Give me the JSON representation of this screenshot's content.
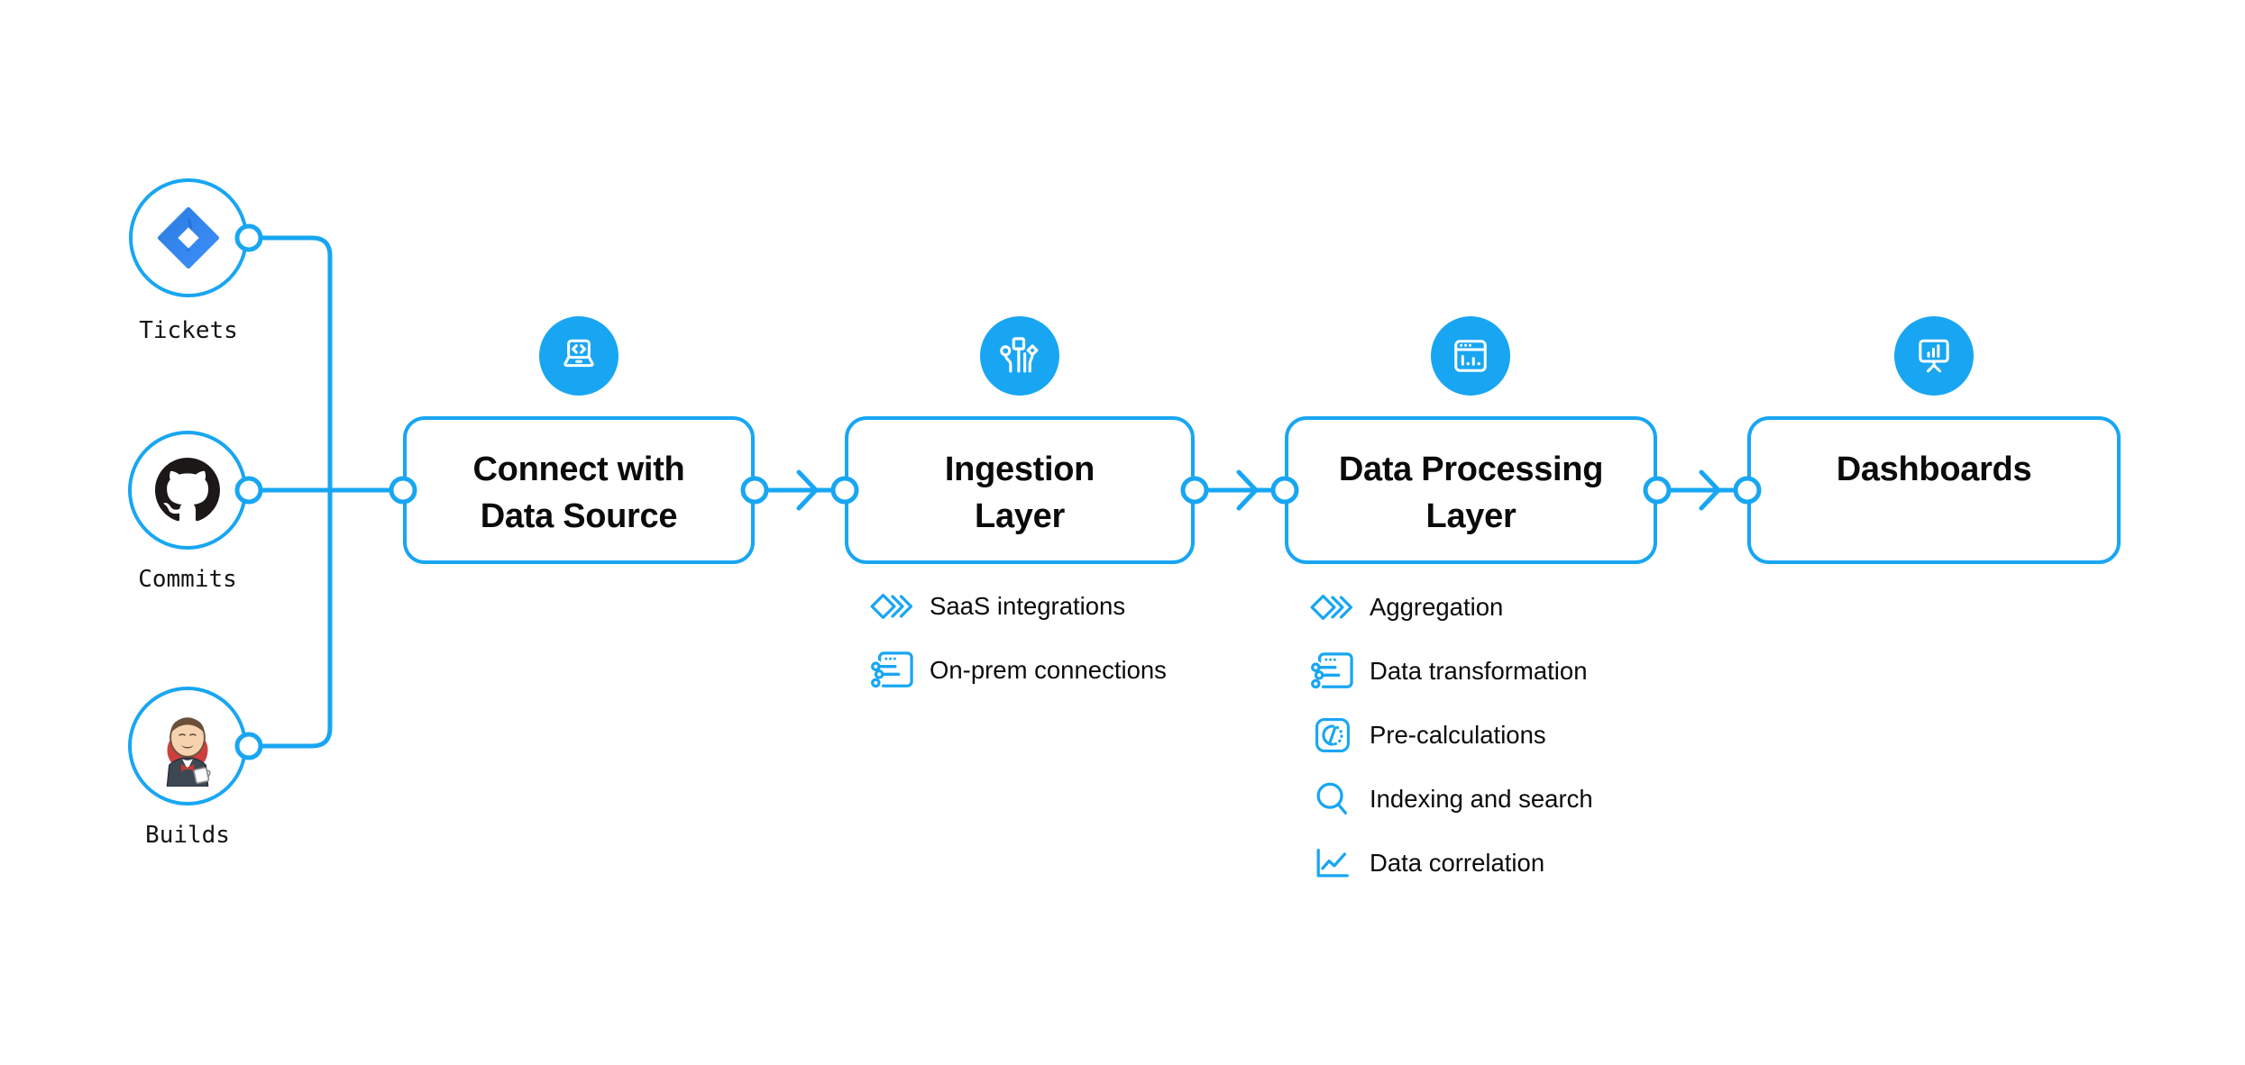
{
  "colors": {
    "accent": "#18a6f2",
    "text": "#0b0b0b",
    "background": "#ffffff"
  },
  "sources": [
    {
      "label": "Tickets",
      "icon": "jira-icon"
    },
    {
      "label": "Commits",
      "icon": "github-icon"
    },
    {
      "label": "Builds",
      "icon": "jenkins-icon"
    }
  ],
  "stages": [
    {
      "title_lines": [
        "Connect with",
        "Data Source"
      ],
      "icon": "laptop-code-icon",
      "features": []
    },
    {
      "title_lines": [
        "Ingestion",
        "Layer"
      ],
      "icon": "circuit-branches-icon",
      "features": [
        {
          "label": "SaaS integrations",
          "icon": "stacked-diamonds-icon"
        },
        {
          "label": "On-prem connections",
          "icon": "window-sliders-icon"
        }
      ]
    },
    {
      "title_lines": [
        "Data Processing",
        "Layer"
      ],
      "icon": "window-bar-chart-icon",
      "features": [
        {
          "label": "Aggregation",
          "icon": "stacked-diamonds-icon"
        },
        {
          "label": "Data transformation",
          "icon": "window-sliders-icon"
        },
        {
          "label": "Pre-calculations",
          "icon": "gauge-icon"
        },
        {
          "label": "Indexing and search",
          "icon": "search-icon"
        },
        {
          "label": "Data correlation",
          "icon": "line-chart-icon"
        }
      ]
    },
    {
      "title_lines": [
        "Dashboards"
      ],
      "icon": "presentation-chart-icon",
      "features": []
    }
  ]
}
